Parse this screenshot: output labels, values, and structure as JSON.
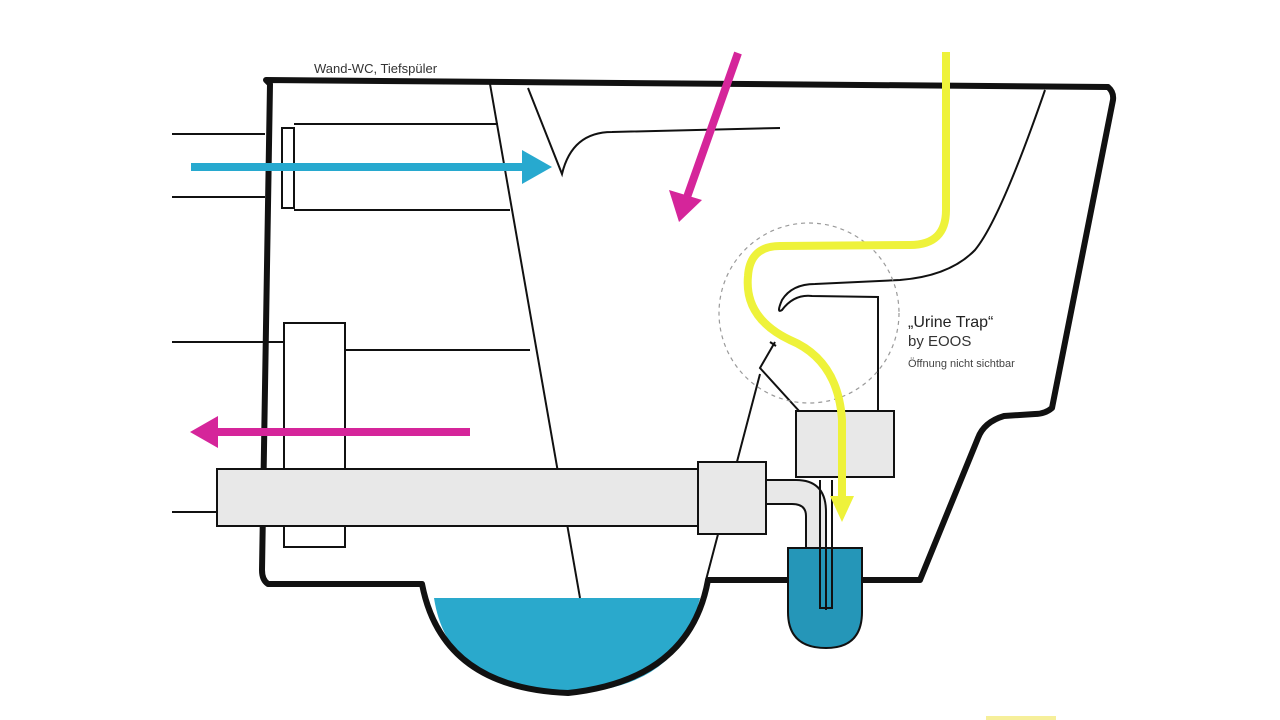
{
  "diagram": {
    "title": "Wand-WC, Tiefspüler",
    "urine_trap": {
      "title": "„Urine Trap“",
      "subtitle": "by EOOS",
      "note": "Öffnung nicht sichtbar"
    }
  },
  "colors": {
    "outline": "#111111",
    "water": "#2aa9cc",
    "water_trap": "#2596b8",
    "pipe_fill": "#e8e8e8",
    "flush_arrow": "#27a9cf",
    "waste_arrow": "#d5259a",
    "urine_path": "#eef23a",
    "focus_circle": "#9a9a9a"
  }
}
